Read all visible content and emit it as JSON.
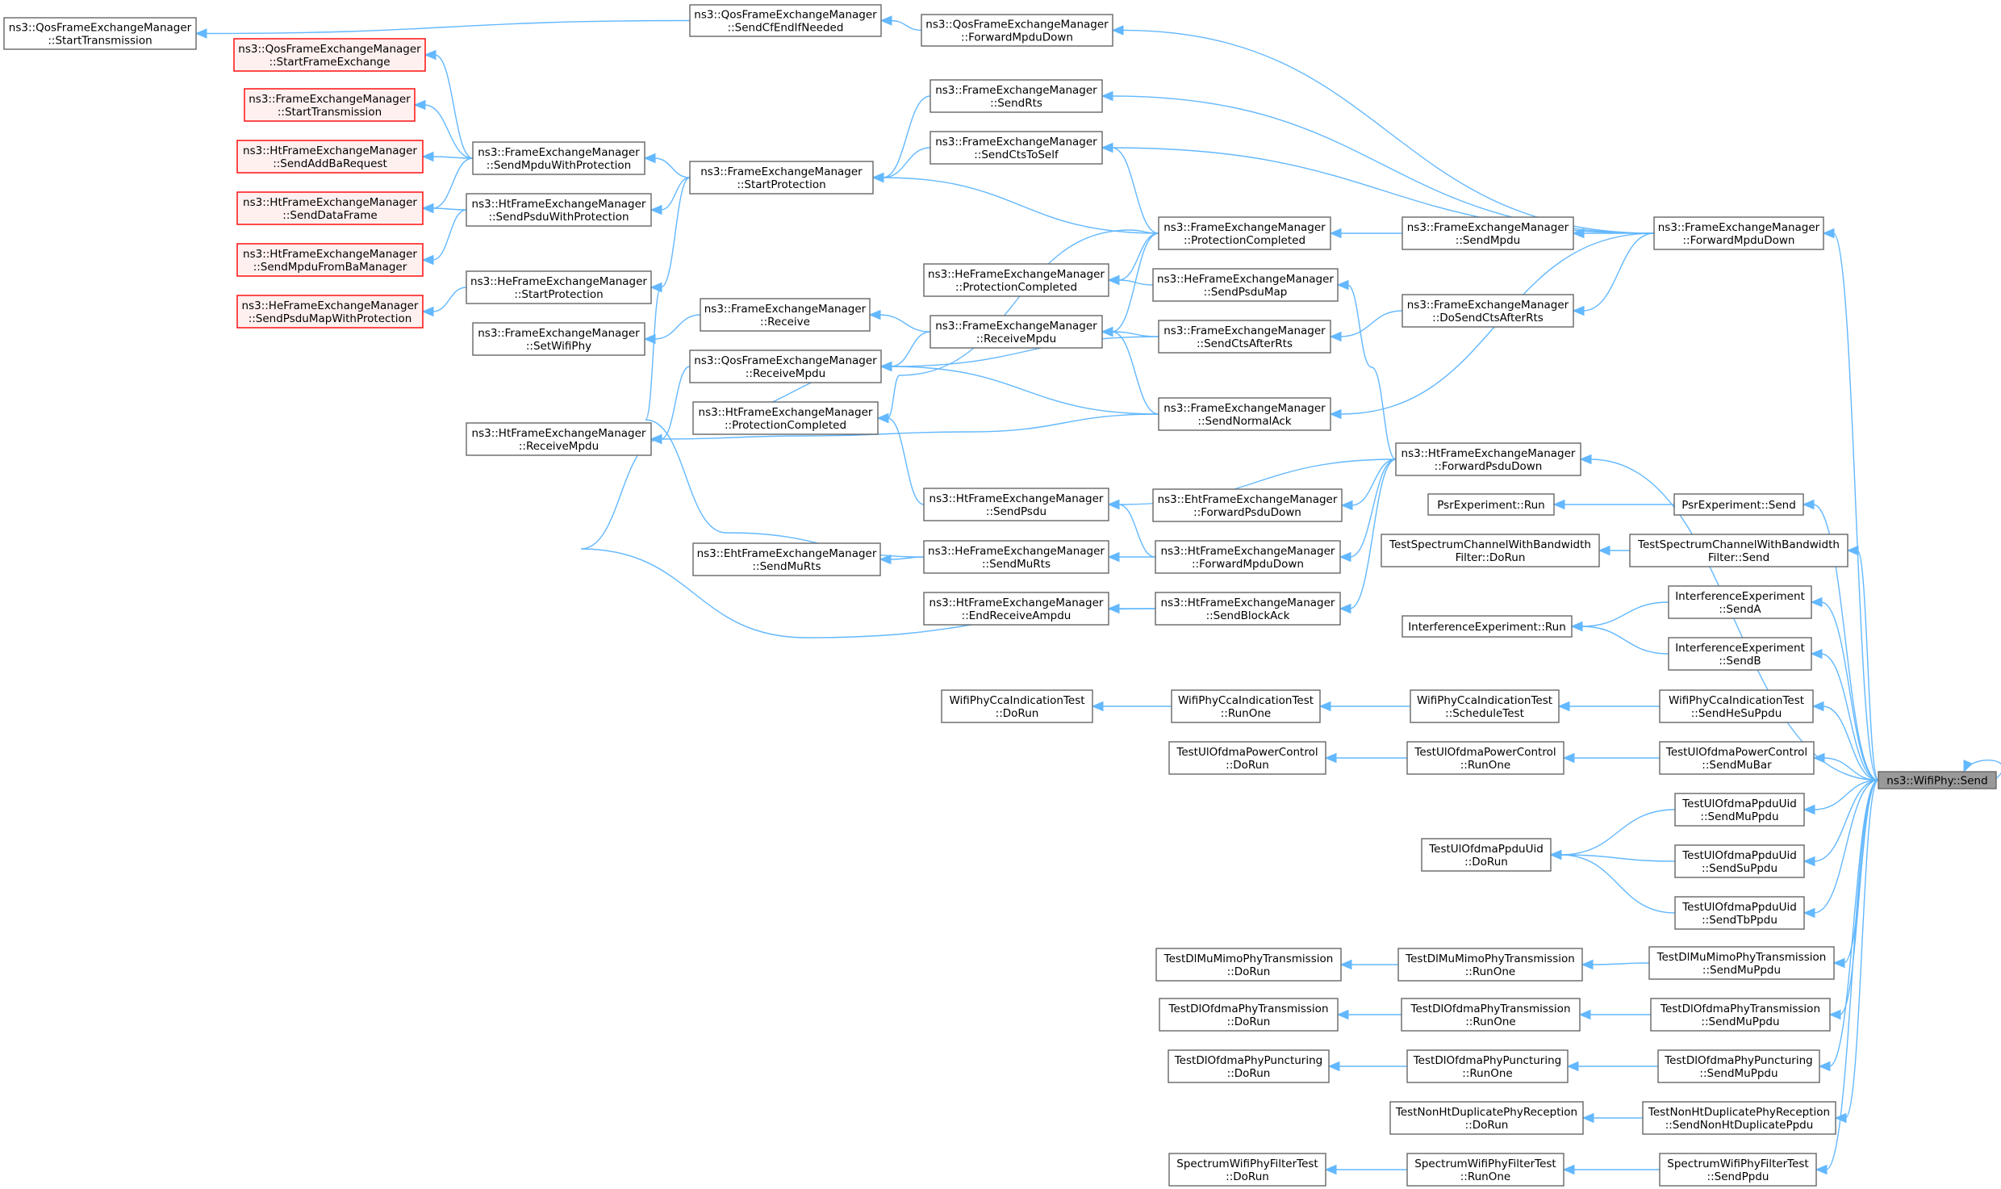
{
  "colors": {
    "node_fill": "#ffffff",
    "node_border": "#666666",
    "undocumented_fill": "#fff0f0",
    "undocumented_border": "#ff0000",
    "root_fill": "#999999",
    "root_border": "#666666",
    "edge": "#63b8ff"
  },
  "nodes": [
    {
      "id": "qosfem_starttx",
      "lines": [
        "ns3::QosFrameExchangeManager",
        "::StartTransmission"
      ],
      "style": "normal"
    },
    {
      "id": "qosfem_sendcfend",
      "lines": [
        "ns3::QosFrameExchangeManager",
        "::SendCfEndIfNeeded"
      ],
      "style": "normal"
    },
    {
      "id": "qosfem_fwdmpdu",
      "lines": [
        "ns3::QosFrameExchangeManager",
        "::ForwardMpduDown"
      ],
      "style": "normal"
    },
    {
      "id": "qosfem_startfe",
      "lines": [
        "ns3::QosFrameExchangeManager",
        "::StartFrameExchange"
      ],
      "style": "undocumented"
    },
    {
      "id": "fem_starttx",
      "lines": [
        "ns3::FrameExchangeManager",
        "::StartTransmission"
      ],
      "style": "undocumented"
    },
    {
      "id": "htfem_sendaddba",
      "lines": [
        "ns3::HtFrameExchangeManager",
        "::SendAddBaRequest"
      ],
      "style": "undocumented"
    },
    {
      "id": "htfem_senddata",
      "lines": [
        "ns3::HtFrameExchangeManager",
        "::SendDataFrame"
      ],
      "style": "undocumented"
    },
    {
      "id": "htfem_sendmpdufromba",
      "lines": [
        "ns3::HtFrameExchangeManager",
        "::SendMpduFromBaManager"
      ],
      "style": "undocumented"
    },
    {
      "id": "hefem_sendpsdumapwp",
      "lines": [
        "ns3::HeFrameExchangeManager",
        "::SendPsduMapWithProtection"
      ],
      "style": "undocumented"
    },
    {
      "id": "fem_sendmpduwp",
      "lines": [
        "ns3::FrameExchangeManager",
        "::SendMpduWithProtection"
      ],
      "style": "normal"
    },
    {
      "id": "htfem_sendpsduwp",
      "lines": [
        "ns3::HtFrameExchangeManager",
        "::SendPsduWithProtection"
      ],
      "style": "normal"
    },
    {
      "id": "hefem_startprot",
      "lines": [
        "ns3::HeFrameExchangeManager",
        "::StartProtection"
      ],
      "style": "normal"
    },
    {
      "id": "fem_setwifiphy",
      "lines": [
        "ns3::FrameExchangeManager",
        "::SetWifiPhy"
      ],
      "style": "normal"
    },
    {
      "id": "htfem_receivempdu",
      "lines": [
        "ns3::HtFrameExchangeManager",
        "::ReceiveMpdu"
      ],
      "style": "normal"
    },
    {
      "id": "fem_startprot",
      "lines": [
        "ns3::FrameExchangeManager",
        "::StartProtection"
      ],
      "style": "normal"
    },
    {
      "id": "fem_receive",
      "lines": [
        "ns3::FrameExchangeManager",
        "::Receive"
      ],
      "style": "normal"
    },
    {
      "id": "qosfem_receivempdu",
      "lines": [
        "ns3::QosFrameExchangeManager",
        "::ReceiveMpdu"
      ],
      "style": "normal"
    },
    {
      "id": "htfem_protcompleted",
      "lines": [
        "ns3::HtFrameExchangeManager",
        "::ProtectionCompleted"
      ],
      "style": "normal"
    },
    {
      "id": "ehtfem_sendmurts",
      "lines": [
        "ns3::EhtFrameExchangeManager",
        "::SendMuRts"
      ],
      "style": "normal"
    },
    {
      "id": "fem_sendrts",
      "lines": [
        "ns3::FrameExchangeManager",
        "::SendRts"
      ],
      "style": "normal"
    },
    {
      "id": "fem_sendctstoself",
      "lines": [
        "ns3::FrameExchangeManager",
        "::SendCtsToSelf"
      ],
      "style": "normal"
    },
    {
      "id": "hefem_protcompleted",
      "lines": [
        "ns3::HeFrameExchangeManager",
        "::ProtectionCompleted"
      ],
      "style": "normal"
    },
    {
      "id": "fem_receivempdu",
      "lines": [
        "ns3::FrameExchangeManager",
        "::ReceiveMpdu"
      ],
      "style": "normal"
    },
    {
      "id": "htfem_sendpsdu",
      "lines": [
        "ns3::HtFrameExchangeManager",
        "::SendPsdu"
      ],
      "style": "normal"
    },
    {
      "id": "hefem_sendmurts",
      "lines": [
        "ns3::HeFrameExchangeManager",
        "::SendMuRts"
      ],
      "style": "normal"
    },
    {
      "id": "htfem_endreceiveampdu",
      "lines": [
        "ns3::HtFrameExchangeManager",
        "::EndReceiveAmpdu"
      ],
      "style": "normal"
    },
    {
      "id": "fem_protcompleted",
      "lines": [
        "ns3::FrameExchangeManager",
        "::ProtectionCompleted"
      ],
      "style": "normal"
    },
    {
      "id": "hefem_sendpsdumap",
      "lines": [
        "ns3::HeFrameExchangeManager",
        "::SendPsduMap"
      ],
      "style": "normal"
    },
    {
      "id": "fem_sendctsafterrts",
      "lines": [
        "ns3::FrameExchangeManager",
        "::SendCtsAfterRts"
      ],
      "style": "normal"
    },
    {
      "id": "fem_sendnormalack",
      "lines": [
        "ns3::FrameExchangeManager",
        "::SendNormalAck"
      ],
      "style": "normal"
    },
    {
      "id": "ehtfem_fwdpsdu",
      "lines": [
        "ns3::EhtFrameExchangeManager",
        "::ForwardPsduDown"
      ],
      "style": "normal"
    },
    {
      "id": "htfem_fwdmpdu",
      "lines": [
        "ns3::HtFrameExchangeManager",
        "::ForwardMpduDown"
      ],
      "style": "normal"
    },
    {
      "id": "htfem_sendblockack",
      "lines": [
        "ns3::HtFrameExchangeManager",
        "::SendBlockAck"
      ],
      "style": "normal"
    },
    {
      "id": "fem_sendmpdu",
      "lines": [
        "ns3::FrameExchangeManager",
        "::SendMpdu"
      ],
      "style": "normal"
    },
    {
      "id": "fem_dosendcts",
      "lines": [
        "ns3::FrameExchangeManager",
        "::DoSendCtsAfterRts"
      ],
      "style": "normal"
    },
    {
      "id": "htfem_fwdpsdu",
      "lines": [
        "ns3::HtFrameExchangeManager",
        "::ForwardPsduDown"
      ],
      "style": "normal"
    },
    {
      "id": "fem_fwdmpdu",
      "lines": [
        "ns3::FrameExchangeManager",
        "::ForwardMpduDown"
      ],
      "style": "normal"
    },
    {
      "id": "psr_run",
      "lines": [
        "PsrExperiment::Run"
      ],
      "style": "normal"
    },
    {
      "id": "psr_send",
      "lines": [
        "PsrExperiment::Send"
      ],
      "style": "normal"
    },
    {
      "id": "tscwbf_dorun",
      "lines": [
        "TestSpectrumChannelWithBandwidth",
        "Filter::DoRun"
      ],
      "style": "normal"
    },
    {
      "id": "tscwbf_send",
      "lines": [
        "TestSpectrumChannelWithBandwidth",
        "Filter::Send"
      ],
      "style": "normal"
    },
    {
      "id": "ie_run",
      "lines": [
        "InterferenceExperiment::Run"
      ],
      "style": "normal"
    },
    {
      "id": "ie_senda",
      "lines": [
        "InterferenceExperiment",
        "::SendA"
      ],
      "style": "normal"
    },
    {
      "id": "ie_sendb",
      "lines": [
        "InterferenceExperiment",
        "::SendB"
      ],
      "style": "normal"
    },
    {
      "id": "cca_dorun",
      "lines": [
        "WifiPhyCcaIndicationTest",
        "::DoRun"
      ],
      "style": "normal"
    },
    {
      "id": "cca_runone",
      "lines": [
        "WifiPhyCcaIndicationTest",
        "::RunOne"
      ],
      "style": "normal"
    },
    {
      "id": "cca_schedule",
      "lines": [
        "WifiPhyCcaIndicationTest",
        "::ScheduleTest"
      ],
      "style": "normal"
    },
    {
      "id": "cca_sendhesu",
      "lines": [
        "WifiPhyCcaIndicationTest",
        "::SendHeSuPpdu"
      ],
      "style": "normal"
    },
    {
      "id": "ulpc_dorun",
      "lines": [
        "TestUlOfdmaPowerControl",
        "::DoRun"
      ],
      "style": "normal"
    },
    {
      "id": "ulpc_runone",
      "lines": [
        "TestUlOfdmaPowerControl",
        "::RunOne"
      ],
      "style": "normal"
    },
    {
      "id": "ulpc_sendmubar",
      "lines": [
        "TestUlOfdmaPowerControl",
        "::SendMuBar"
      ],
      "style": "normal"
    },
    {
      "id": "ulpu_sendmu",
      "lines": [
        "TestUlOfdmaPpduUid",
        "::SendMuPpdu"
      ],
      "style": "normal"
    },
    {
      "id": "ulpu_dorun",
      "lines": [
        "TestUlOfdmaPpduUid",
        "::DoRun"
      ],
      "style": "normal"
    },
    {
      "id": "ulpu_sendsu",
      "lines": [
        "TestUlOfdmaPpduUid",
        "::SendSuPpdu"
      ],
      "style": "normal"
    },
    {
      "id": "ulpu_sendtb",
      "lines": [
        "TestUlOfdmaPpduUid",
        "::SendTbPpdu"
      ],
      "style": "normal"
    },
    {
      "id": "dlmm_dorun",
      "lines": [
        "TestDlMuMimoPhyTransmission",
        "::DoRun"
      ],
      "style": "normal"
    },
    {
      "id": "dlmm_runone",
      "lines": [
        "TestDlMuMimoPhyTransmission",
        "::RunOne"
      ],
      "style": "normal"
    },
    {
      "id": "dlmm_sendmu",
      "lines": [
        "TestDlMuMimoPhyTransmission",
        "::SendMuPpdu"
      ],
      "style": "normal"
    },
    {
      "id": "dlop_dorun",
      "lines": [
        "TestDlOfdmaPhyTransmission",
        "::DoRun"
      ],
      "style": "normal"
    },
    {
      "id": "dlop_runone",
      "lines": [
        "TestDlOfdmaPhyTransmission",
        "::RunOne"
      ],
      "style": "normal"
    },
    {
      "id": "dlop_sendmu",
      "lines": [
        "TestDlOfdmaPhyTransmission",
        "::SendMuPpdu"
      ],
      "style": "normal"
    },
    {
      "id": "dlpu_dorun",
      "lines": [
        "TestDlOfdmaPhyPuncturing",
        "::DoRun"
      ],
      "style": "normal"
    },
    {
      "id": "dlpu_runone",
      "lines": [
        "TestDlOfdmaPhyPuncturing",
        "::RunOne"
      ],
      "style": "normal"
    },
    {
      "id": "dlpu_sendmu",
      "lines": [
        "TestDlOfdmaPhyPuncturing",
        "::SendMuPpdu"
      ],
      "style": "normal"
    },
    {
      "id": "nonht_dorun",
      "lines": [
        "TestNonHtDuplicatePhyReception",
        "::DoRun"
      ],
      "style": "normal"
    },
    {
      "id": "nonht_send",
      "lines": [
        "TestNonHtDuplicatePhyReception",
        "::SendNonHtDuplicatePpdu"
      ],
      "style": "normal"
    },
    {
      "id": "swpf_dorun",
      "lines": [
        "SpectrumWifiPhyFilterTest",
        "::DoRun"
      ],
      "style": "normal"
    },
    {
      "id": "swpf_runone",
      "lines": [
        "SpectrumWifiPhyFilterTest",
        "::RunOne"
      ],
      "style": "normal"
    },
    {
      "id": "swpf_sendppdu",
      "lines": [
        "SpectrumWifiPhyFilterTest",
        "::SendPpdu"
      ],
      "style": "normal"
    },
    {
      "id": "wifiphy_send",
      "lines": [
        "ns3::WifiPhy::Send"
      ],
      "style": "root"
    }
  ],
  "edges": [
    [
      "qosfem_sendcfend",
      "qosfem_starttx"
    ],
    [
      "qosfem_fwdmpdu",
      "qosfem_sendcfend"
    ],
    [
      "fem_sendmpduwp",
      "qosfem_startfe"
    ],
    [
      "fem_sendmpduwp",
      "fem_starttx"
    ],
    [
      "fem_sendmpduwp",
      "htfem_sendaddba"
    ],
    [
      "fem_sendmpduwp",
      "htfem_senddata"
    ],
    [
      "htfem_sendpsduwp",
      "htfem_senddata"
    ],
    [
      "htfem_sendpsduwp",
      "htfem_sendmpdufromba"
    ],
    [
      "hefem_startprot",
      "hefem_sendpsdumapwp"
    ],
    [
      "fem_startprot",
      "fem_sendmpduwp"
    ],
    [
      "fem_startprot",
      "htfem_sendpsduwp"
    ],
    [
      "fem_startprot",
      "hefem_startprot"
    ],
    [
      "fem_receive",
      "fem_setwifiphy"
    ],
    [
      "qosfem_receivempdu",
      "htfem_receivempdu"
    ],
    [
      "htfem_protcompleted",
      "qosfem_receivempdu"
    ],
    [
      "fem_sendrts",
      "fem_startprot"
    ],
    [
      "fem_sendctstoself",
      "fem_startprot"
    ],
    [
      "fem_receivempdu",
      "fem_receive"
    ],
    [
      "fem_receivempdu",
      "qosfem_receivempdu"
    ],
    [
      "htfem_sendpsdu",
      "htfem_protcompleted"
    ],
    [
      "hefem_sendmurts",
      "ehtfem_sendmurts"
    ],
    [
      "hefem_sendmurts",
      "hefem_startprot"
    ],
    [
      "htfem_sendblockack",
      "htfem_endreceiveampdu"
    ],
    [
      "htfem_sendblockack",
      "htfem_receivempdu"
    ],
    [
      "fem_protcompleted",
      "fem_startprot"
    ],
    [
      "fem_protcompleted",
      "fem_sendctstoself"
    ],
    [
      "fem_protcompleted",
      "hefem_protcompleted"
    ],
    [
      "fem_protcompleted",
      "fem_receivempdu"
    ],
    [
      "fem_protcompleted",
      "htfem_protcompleted"
    ],
    [
      "hefem_sendpsdumap",
      "hefem_protcompleted"
    ],
    [
      "fem_sendctsafterrts",
      "fem_receivempdu"
    ],
    [
      "fem_sendctsafterrts",
      "qosfem_receivempdu"
    ],
    [
      "fem_sendnormalack",
      "fem_receivempdu"
    ],
    [
      "fem_sendnormalack",
      "qosfem_receivempdu"
    ],
    [
      "fem_sendnormalack",
      "htfem_receivempdu"
    ],
    [
      "htfem_fwdmpdu",
      "htfem_sendpsdu"
    ],
    [
      "htfem_fwdmpdu",
      "hefem_sendmurts"
    ],
    [
      "fem_sendmpdu",
      "fem_protcompleted"
    ],
    [
      "fem_dosendcts",
      "fem_sendctsafterrts"
    ],
    [
      "htfem_fwdpsdu",
      "hefem_sendpsdumap"
    ],
    [
      "htfem_fwdpsdu",
      "htfem_sendpsdu"
    ],
    [
      "htfem_fwdpsdu",
      "ehtfem_fwdpsdu"
    ],
    [
      "htfem_fwdpsdu",
      "htfem_fwdmpdu"
    ],
    [
      "htfem_fwdpsdu",
      "htfem_sendblockack"
    ],
    [
      "fem_fwdmpdu",
      "qosfem_fwdmpdu"
    ],
    [
      "fem_fwdmpdu",
      "fem_sendrts"
    ],
    [
      "fem_fwdmpdu",
      "fem_sendctstoself"
    ],
    [
      "fem_fwdmpdu",
      "fem_sendmpdu"
    ],
    [
      "fem_fwdmpdu",
      "fem_dosendcts"
    ],
    [
      "fem_fwdmpdu",
      "fem_sendnormalack"
    ],
    [
      "psr_send",
      "psr_run"
    ],
    [
      "tscwbf_send",
      "tscwbf_dorun"
    ],
    [
      "ie_senda",
      "ie_run"
    ],
    [
      "ie_sendb",
      "ie_run"
    ],
    [
      "cca_runone",
      "cca_dorun"
    ],
    [
      "cca_schedule",
      "cca_runone"
    ],
    [
      "cca_sendhesu",
      "cca_schedule"
    ],
    [
      "ulpc_runone",
      "ulpc_dorun"
    ],
    [
      "ulpc_sendmubar",
      "ulpc_runone"
    ],
    [
      "ulpu_sendmu",
      "ulpu_dorun"
    ],
    [
      "ulpu_sendsu",
      "ulpu_dorun"
    ],
    [
      "ulpu_sendtb",
      "ulpu_dorun"
    ],
    [
      "dlmm_runone",
      "dlmm_dorun"
    ],
    [
      "dlmm_sendmu",
      "dlmm_runone"
    ],
    [
      "dlop_runone",
      "dlop_dorun"
    ],
    [
      "dlop_sendmu",
      "dlop_runone"
    ],
    [
      "dlpu_runone",
      "dlpu_dorun"
    ],
    [
      "dlpu_sendmu",
      "dlpu_runone"
    ],
    [
      "nonht_send",
      "nonht_dorun"
    ],
    [
      "swpf_runone",
      "swpf_dorun"
    ],
    [
      "swpf_sendppdu",
      "swpf_runone"
    ],
    [
      "wifiphy_send",
      "fem_fwdmpdu"
    ],
    [
      "wifiphy_send",
      "htfem_fwdpsdu"
    ],
    [
      "wifiphy_send",
      "psr_send"
    ],
    [
      "wifiphy_send",
      "tscwbf_send"
    ],
    [
      "wifiphy_send",
      "ie_senda"
    ],
    [
      "wifiphy_send",
      "ie_sendb"
    ],
    [
      "wifiphy_send",
      "cca_sendhesu"
    ],
    [
      "wifiphy_send",
      "ulpc_sendmubar"
    ],
    [
      "wifiphy_send",
      "ulpu_sendmu"
    ],
    [
      "wifiphy_send",
      "ulpu_sendsu"
    ],
    [
      "wifiphy_send",
      "ulpu_sendtb"
    ],
    [
      "wifiphy_send",
      "dlmm_sendmu"
    ],
    [
      "wifiphy_send",
      "dlop_sendmu"
    ],
    [
      "wifiphy_send",
      "dlpu_sendmu"
    ],
    [
      "wifiphy_send",
      "nonht_send"
    ],
    [
      "wifiphy_send",
      "swpf_sendppdu"
    ],
    [
      "wifiphy_send",
      "wifiphy_send"
    ]
  ]
}
